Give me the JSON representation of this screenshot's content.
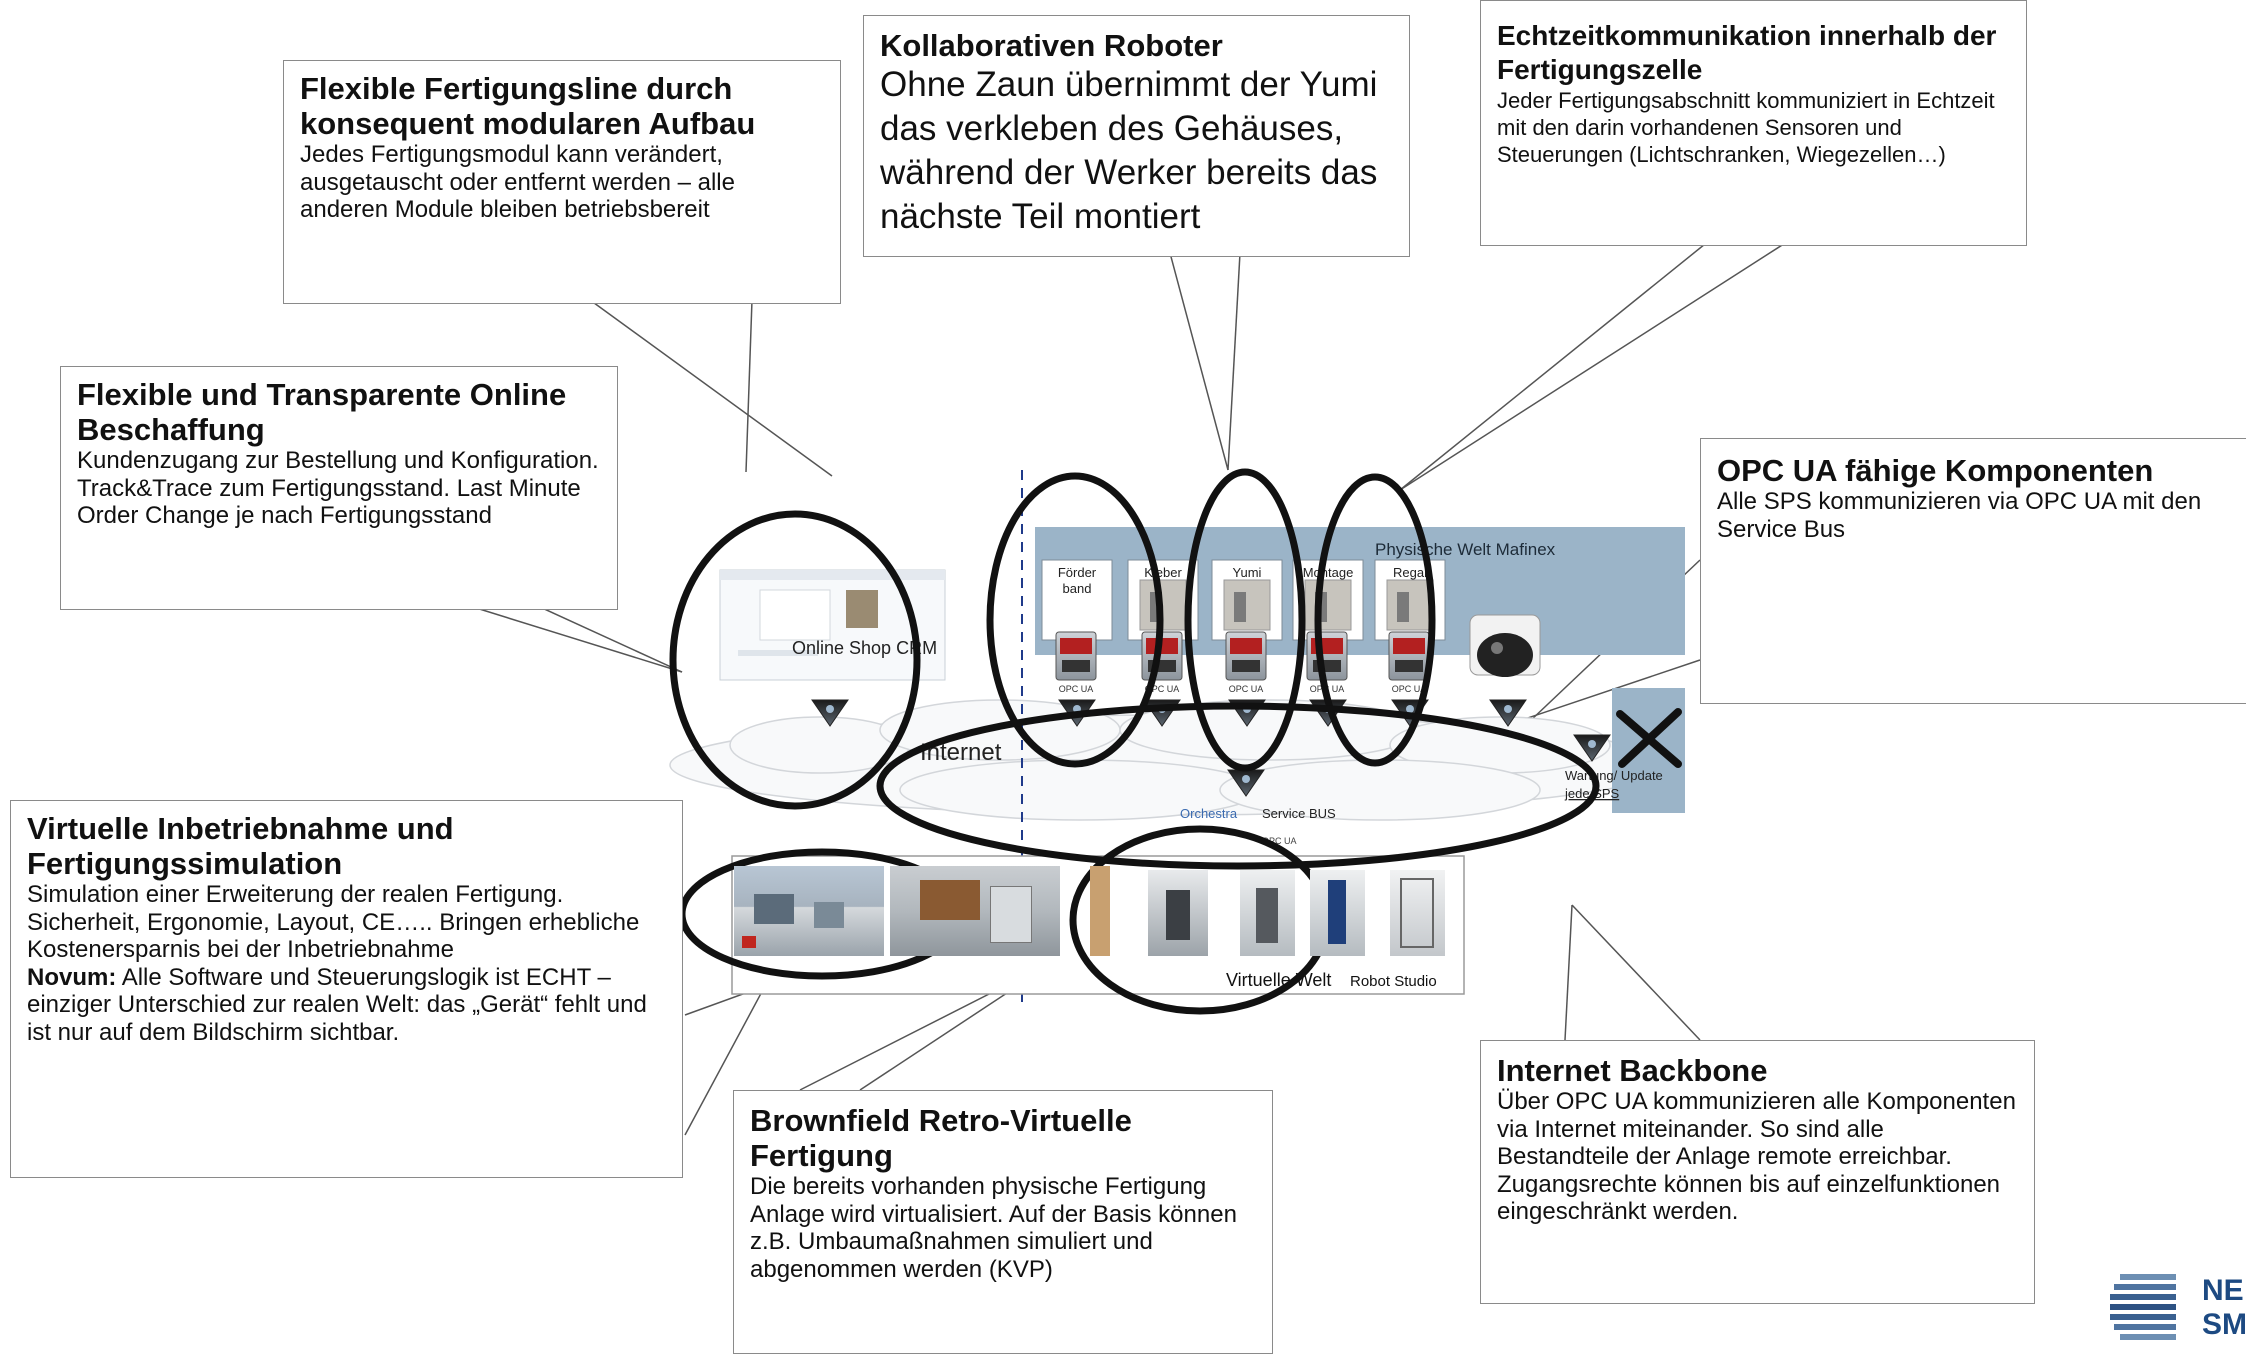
{
  "callouts": {
    "flexible_line": {
      "title": "Flexible Fertigungsline durch konsequent modularen Aufbau",
      "body": "Jedes Fertigungsmodul kann verändert, ausgetauscht oder entfernt werden – alle anderen Module bleiben betriebsbereit"
    },
    "cobot": {
      "title": "Kollaborativen Roboter",
      "body": "Ohne Zaun übernimmt der Yumi das verkleben des Gehäuses, während der Werker bereits das nächste Teil montiert"
    },
    "realtime": {
      "title": "Echtzeitkommunikation innerhalb der Fertigungszelle",
      "body": "Jeder Fertigungsabschnitt kommuniziert in Echtzeit mit den darin vorhandenen Sensoren und Steuerungen (Lichtschranken, Wiegezellen…)"
    },
    "procurement": {
      "title": "Flexible und Transparente Online Beschaffung",
      "body": "Kundenzugang zur Bestellung und Konfiguration. Track&Trace zum Fertigungsstand. Last Minute Order Change je nach Fertigungsstand"
    },
    "opcua": {
      "title": "OPC UA fähige Komponenten",
      "body": "Alle SPS kommunizieren via OPC UA mit den Service Bus"
    },
    "virtual": {
      "title": "Virtuelle Inbetriebnahme und Fertigungssimulation",
      "body": "Simulation einer Erweiterung der realen Fertigung. Sicherheit, Ergonomie, Layout, CE….. Bringen erhebliche Kostenersparnis bei der Inbetriebnahme",
      "novum_label": "Novum:",
      "novum_text": " Alle Software und Steuerungslogik ist ECHT – einziger Unterschied zur realen Welt: das „Gerät“ fehlt und ist nur auf dem Bildschirm sichtbar."
    },
    "brownfield": {
      "title": "Brownfield Retro-Virtuelle Fertigung",
      "body": "Die bereits vorhanden physische Fertigung Anlage wird virtualisiert. Auf der Basis können z.B. Umbaumaßnahmen simuliert und abgenommen werden (KVP)"
    },
    "backbone": {
      "title": "Internet Backbone",
      "body": "Über OPC UA kommunizieren alle Komponenten via Internet miteinander. So sind alle Bestandteile der Anlage remote erreichbar. Zugangsrechte können bis auf einzelfunktionen eingeschränkt werden."
    }
  },
  "diagram": {
    "physical_world_label": "Physische Welt Mafinex",
    "modules": [
      "Förder band",
      "Kleber",
      "Yumi",
      "Montage",
      "Regal SPS"
    ],
    "plc_label": "OPC UA",
    "online_shop_label": "Online Shop CRM",
    "internet_label": "Internet",
    "orchestra_label": "Orchestra",
    "service_bus_label": "Service BUS",
    "service_bus_sub": "OPC UA",
    "maintenance_label": "Wartung/ Update",
    "maintenance_sub": "jede SPS",
    "virtual_world_label": "Virtuelle  Welt",
    "robot_studio_label": "Robot Studio"
  },
  "logo": {
    "text": "NE SM"
  },
  "colors": {
    "panel": "#9bb4c8",
    "plc": "#b32020",
    "ellipse": "#111111"
  }
}
